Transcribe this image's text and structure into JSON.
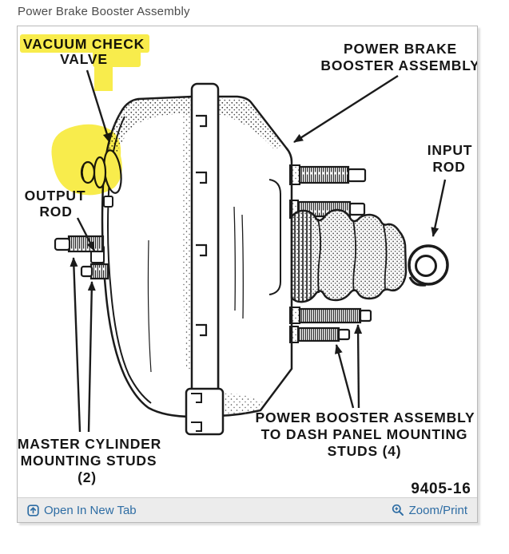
{
  "page": {
    "title": "Power Brake Booster Assembly"
  },
  "colors": {
    "link_blue": "#2e6da4",
    "highlight_yellow": "#f7ea33"
  },
  "diagram": {
    "figure_number": "9405-16",
    "labels": {
      "vacuum_check_valve": {
        "line1": "VACUUM CHECK",
        "line2": "VALVE"
      },
      "power_brake_booster_assembly": {
        "line1": "POWER BRAKE",
        "line2": "BOOSTER ASSEMBLY"
      },
      "input_rod": {
        "line1": "INPUT",
        "line2": "ROD"
      },
      "output_rod": {
        "line1": "OUTPUT",
        "line2": "ROD"
      },
      "master_cylinder_mounting_studs": {
        "line1": "MASTER CYLINDER",
        "line2": "MOUNTING STUDS",
        "line3": "(2)"
      },
      "dash_panel_mounting_studs": {
        "line1": "POWER BOOSTER ASSEMBLY",
        "line2": "TO DASH PANEL MOUNTING",
        "line3": "STUDS (4)"
      }
    }
  },
  "footer": {
    "open_in_new_tab": "Open In New Tab",
    "zoom_print": "Zoom/Print"
  }
}
